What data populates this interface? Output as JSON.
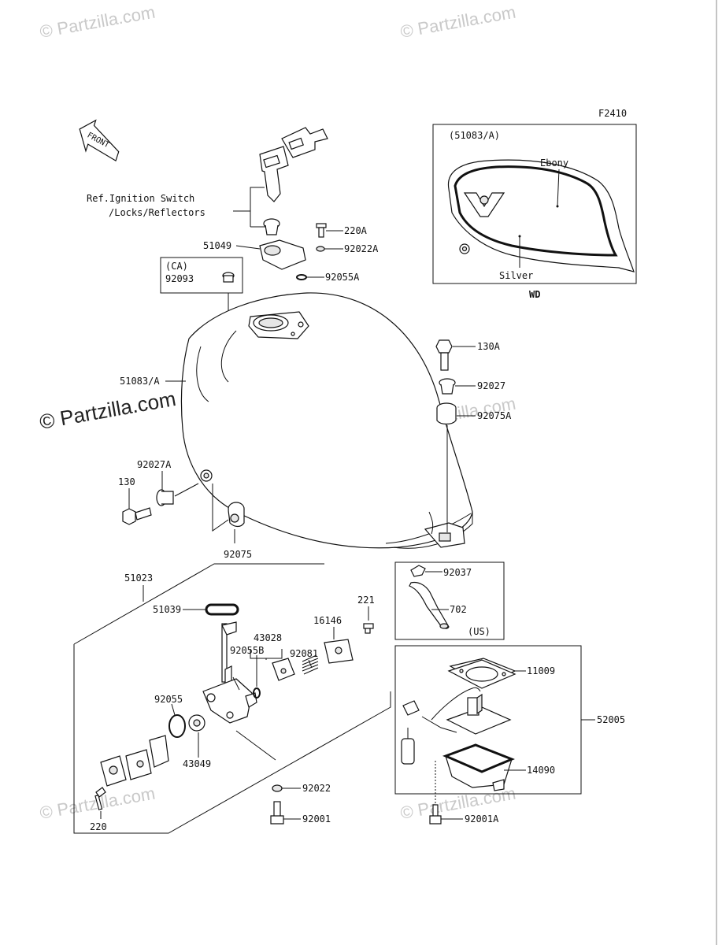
{
  "watermark": {
    "small": "© Partzilla.com",
    "large": "© Partzilla.com"
  },
  "figure_id": "F2410",
  "front_label": "FRONT",
  "ref_note": {
    "line1": "Ref.Ignition Switch",
    "line2": "/Locks/Reflectors"
  },
  "inset_wd": {
    "part": "(51083/A)",
    "color1": "Ebony",
    "color2": "Silver",
    "caption": "WD"
  },
  "box_ca": {
    "region": "(CA)",
    "part": "92093"
  },
  "box_us": {
    "region": "(US)"
  },
  "labels": {
    "p220A": "220A",
    "p51049": "51049",
    "p92022A": "92022A",
    "p92055A": "92055A",
    "p51083A": "51083/A",
    "p130A": "130A",
    "p92027": "92027",
    "p92075A": "92075A",
    "p92027A": "92027A",
    "p130": "130",
    "p92075": "92075",
    "p51023": "51023",
    "p92037": "92037",
    "p702": "702",
    "p16146": "16146",
    "p221": "221",
    "p51039": "51039",
    "p43028": "43028",
    "p92081": "92081",
    "p92055B": "92055B",
    "p92055": "92055",
    "p43049": "43049",
    "p11009": "11009",
    "p52005": "52005",
    "p14090": "14090",
    "p92022": "92022",
    "p92001": "92001",
    "p92001A": "92001A",
    "p220": "220"
  }
}
